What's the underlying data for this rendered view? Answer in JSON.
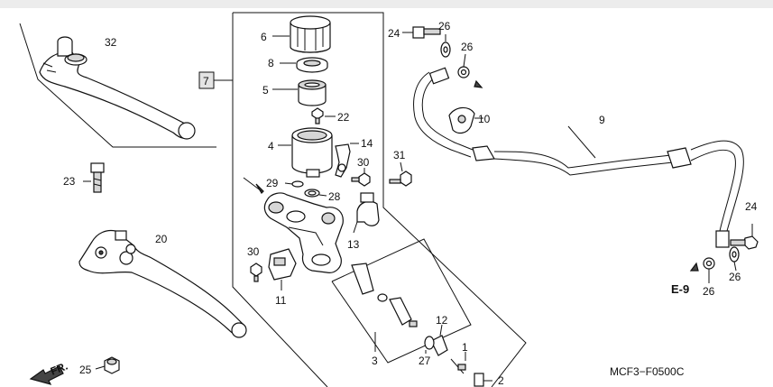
{
  "callouts": {
    "n1": "1",
    "n2": "2",
    "n3": "3",
    "n4": "4",
    "n5": "5",
    "n6": "6",
    "n7": "7",
    "n8": "8",
    "n9": "9",
    "n10": "10",
    "n11": "11",
    "n12": "12",
    "n13": "13",
    "n14": "14",
    "n20": "20",
    "n22": "22",
    "n23": "23",
    "n24a": "24",
    "n24b": "24",
    "n25": "25",
    "n26a": "26",
    "n26b": "26",
    "n26c": "26",
    "n26d": "26",
    "n27": "27",
    "n28": "28",
    "n29": "29",
    "n30a": "30",
    "n30b": "30",
    "n31": "31",
    "n32": "32"
  },
  "labels": {
    "ref": "E-9",
    "front_marker": "FR.",
    "diagram_code": "MCF3−F0500C"
  }
}
